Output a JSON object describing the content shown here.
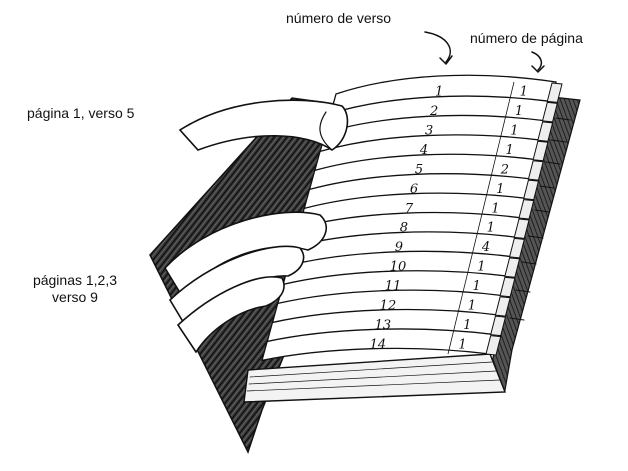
{
  "labels": {
    "verse_number": "número de verso",
    "page_number": "número de página",
    "page1_verse5": "página 1, verso 5",
    "pages123_line1": "páginas 1,2,3",
    "pages123_line2": "verso 9"
  },
  "strips": [
    {
      "verse": "1",
      "page": "1"
    },
    {
      "verse": "2",
      "page": "1"
    },
    {
      "verse": "3",
      "page": "1"
    },
    {
      "verse": "4",
      "page": "1"
    },
    {
      "verse": "5",
      "page": "2"
    },
    {
      "verse": "6",
      "page": "1"
    },
    {
      "verse": "7",
      "page": "1"
    },
    {
      "verse": "8",
      "page": "1"
    },
    {
      "verse": "9",
      "page": "4"
    },
    {
      "verse": "10",
      "page": "1"
    },
    {
      "verse": "11",
      "page": "1"
    },
    {
      "verse": "12",
      "page": "1"
    },
    {
      "verse": "13",
      "page": "1"
    },
    {
      "verse": "14",
      "page": "1"
    }
  ]
}
